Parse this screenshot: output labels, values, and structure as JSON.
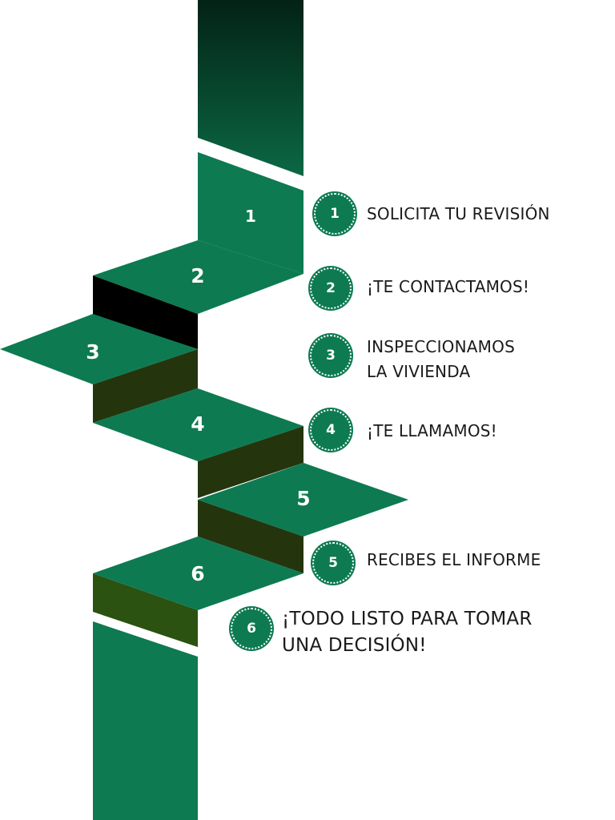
{
  "colors": {
    "primary_green": "#0d7a52",
    "dark_green": "#043a25",
    "olive_dark": "#24350e",
    "olive_bright": "#2b5210",
    "black": "#000000"
  },
  "stair_numbers": [
    "1",
    "2",
    "3",
    "4",
    "5",
    "6"
  ],
  "steps": [
    {
      "number": "1",
      "label_lines": [
        "SOLICITA TU REVISIÓN"
      ]
    },
    {
      "number": "2",
      "label_lines": [
        "¡TE CONTACTAMOS!"
      ]
    },
    {
      "number": "3",
      "label_lines": [
        "INSPECCIONAMOS",
        "LA VIVIENDA"
      ]
    },
    {
      "number": "4",
      "label_lines": [
        "¡TE LLAMAMOS!"
      ]
    },
    {
      "number": "5",
      "label_lines": [
        "RECIBES EL INFORME"
      ]
    },
    {
      "number": "6",
      "label_lines": [
        "¡TODO LISTO PARA TOMAR",
        "UNA DECISIÓN!"
      ]
    }
  ]
}
